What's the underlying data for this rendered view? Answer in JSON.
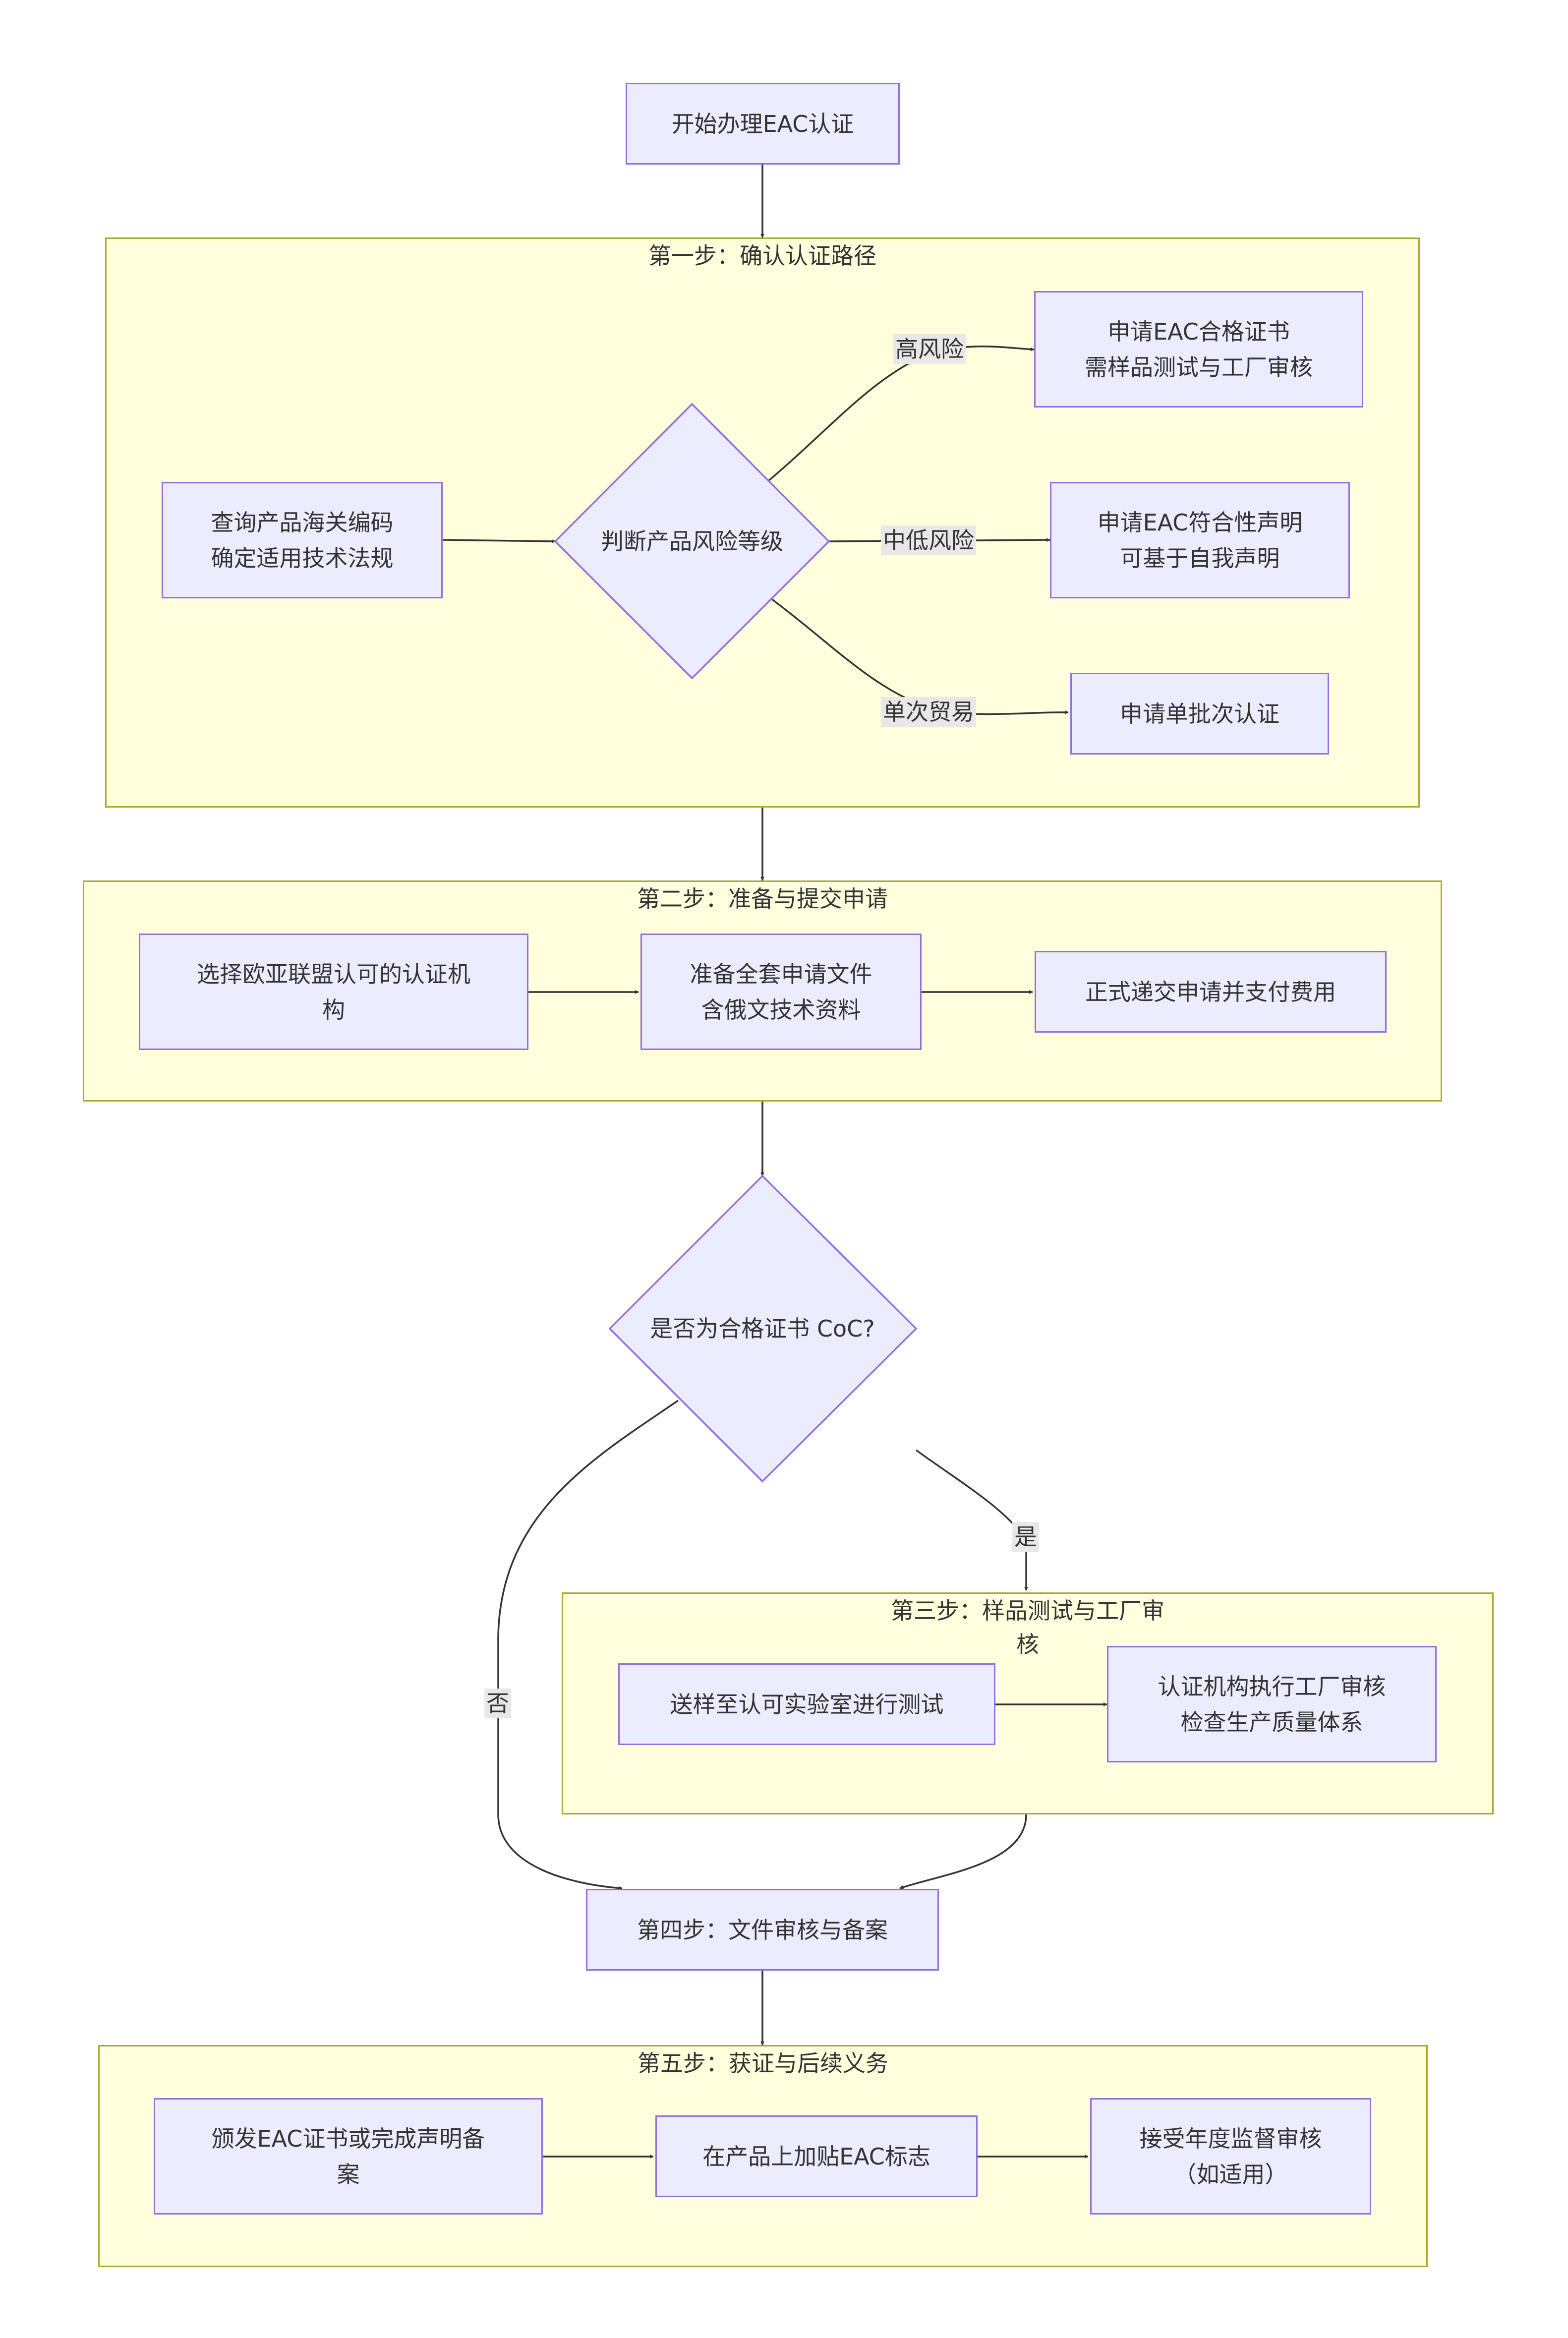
{
  "start": "开始办理EAC认证",
  "step1": {
    "title": "第一步：确认认证路径",
    "query": "查询产品海关编码\n确定适用技术法规",
    "decision": "判断产品风险等级",
    "high_label": "高风险",
    "mid_label": "中低风险",
    "single_label": "单次贸易",
    "coc": "申请EAC合格证书\n需样品测试与工厂审核",
    "doc": "申请EAC符合性声明\n可基于自我声明",
    "batch": "申请单批次认证"
  },
  "step2": {
    "title": "第二步：准备与提交申请",
    "select_body": "选择欧亚联盟认可的认证机\n构",
    "prepare": "准备全套申请文件\n含俄文技术资料",
    "submit": "正式递交申请并支付费用"
  },
  "decision2": {
    "text": "是否为合格证书 CoC?",
    "yes_label": "是",
    "no_label": "否"
  },
  "step3": {
    "title": "第三步：样品测试与工厂审\n核",
    "lab": "送样至认可实验室进行测试",
    "audit": "认证机构执行工厂审核\n检查生产质量体系"
  },
  "step4": "第四步：文件审核与备案",
  "step5": {
    "title": "第五步：获证与后续义务",
    "issue": "颁发EAC证书或完成声明备\n案",
    "mark": "在产品上加贴EAC标志",
    "annual": "接受年度监督审核\n（如适用）"
  }
}
